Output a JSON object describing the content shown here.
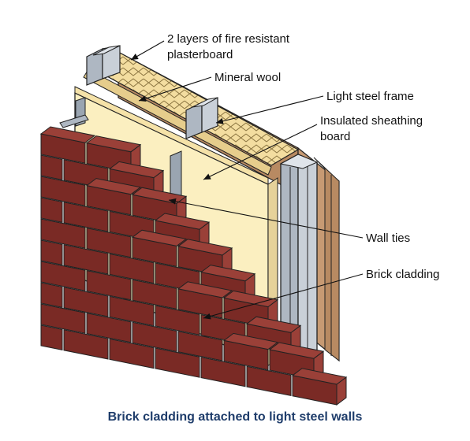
{
  "labels": {
    "plasterboard": [
      "2 layers of fire resistant",
      "plasterboard"
    ],
    "mineral_wool": "Mineral wool",
    "steel_frame": "Light steel frame",
    "sheathing": [
      "Insulated sheathing",
      "board"
    ],
    "wall_ties": "Wall ties",
    "brick_cladding": "Brick cladding"
  },
  "caption": "Brick cladding attached to light steel walls",
  "colors": {
    "brick": "#7a2a25",
    "brick_top": "#9a4038",
    "sheathing": "#fbefc0",
    "wool": "#f3dda0",
    "plasterboard": "#c79a73",
    "steel": "#aeb7c2",
    "outline": "#222222",
    "caption": "#1f3d6b"
  }
}
